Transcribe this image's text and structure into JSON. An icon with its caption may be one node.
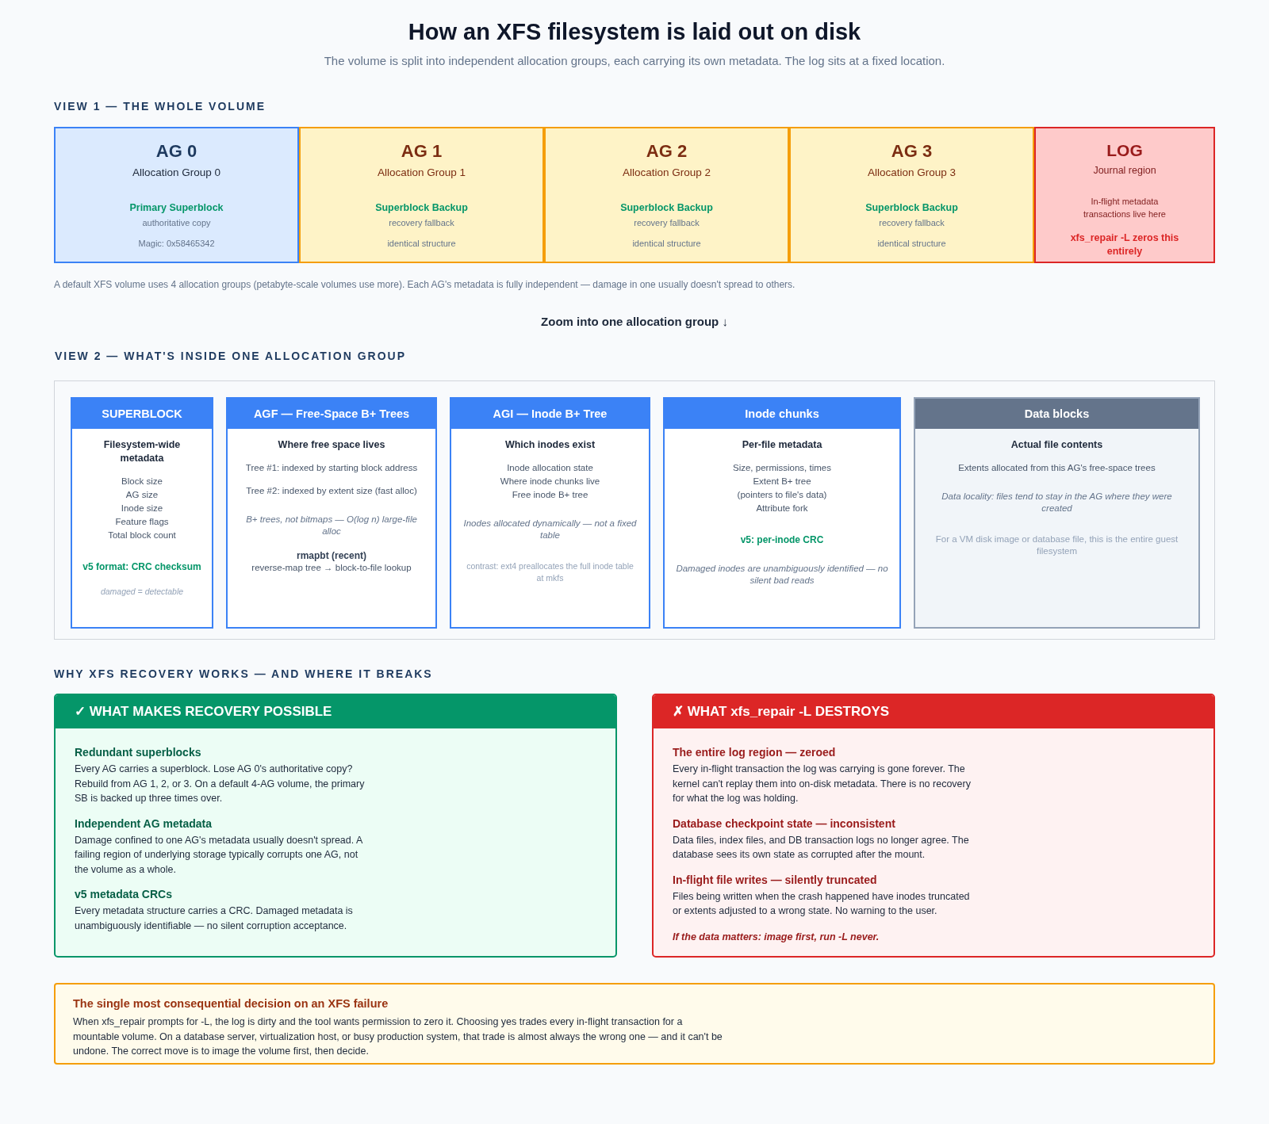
{
  "diagram": {
    "title": "How an XFS filesystem is laid out on disk",
    "nodes": [
      {
        "text": [
          "AG 0",
          "Allocation Group 0",
          "Primary Superblock",
          "authoritative copy",
          "Magic: 0x58465342"
        ]
      },
      {
        "text": [
          "AG 1",
          "Allocation Group 1",
          "Superblock Backup",
          "recovery fallback",
          "identical structure"
        ]
      },
      {
        "text": [
          "AG 2",
          "Allocation Group 2",
          "Superblock Backup",
          "recovery fallback",
          "identical structure"
        ]
      },
      {
        "text": [
          "AG 3",
          "Allocation Group 3",
          "Superblock Backup",
          "recovery fallback",
          "identical structure"
        ]
      },
      {
        "text": [
          "LOG",
          "Journal region",
          "In-flight metadata transactions live here",
          "xfs_repair -L zeros this entirely"
        ]
      },
      {
        "text": [
          "VIEW 2 — WHAT'S INSIDE ONE ALLOCATION GROUP"
        ]
      },
      {
        "text": [
          "SUPERBLOCK",
          "Filesystem-wide metadata",
          "Block size",
          "AG size",
          "Inode size",
          "Feature flags",
          "Total block count",
          "v5 format: CRC checksum",
          "damaged = detectable"
        ],
        "in": 5
      },
      {
        "text": [
          "AGF — Free-Space B+ Trees",
          "Where free space lives",
          "Tree #1: indexed by starting block address",
          "Tree #2: indexed by extent size (fast alloc)",
          "B+ trees, not bitmaps — O(log n) large-file alloc",
          "rmapbt (recent)",
          "reverse-map tree → block-to-file lookup"
        ],
        "in": 5
      },
      {
        "text": [
          "AGI — Inode B+ Tree",
          "Which inodes exist",
          "Inode allocation state",
          "Where inode chunks live",
          "Free inode B+ tree",
          "Inodes allocated dynamically — not a fixed table",
          "contrast: ext4 preallocates the full inode table at mkfs"
        ],
        "in": 5
      },
      {
        "text": [
          "Inode chunks",
          "Per-file metadata",
          "Size, permissions, times",
          "Extent B+ tree",
          "(pointers to file's data)",
          "Attribute fork",
          "v5: per-inode CRC",
          "Damaged inodes are unambiguously identified — no silent bad reads"
        ],
        "in": 5
      },
      {
        "text": [
          "Data blocks",
          "Actual file contents",
          "Extents allocated from this AG's free-space trees",
          "Data locality: files tend to stay in the AG where they were created",
          "For a VM disk image or database file, this is the entire guest filesystem"
        ],
        "in": 5
      },
      {
        "text": [
          "✓ WHAT MAKES RECOVERY POSSIBLE",
          "Redundant superblocks",
          "Every AG carries a superblock. Lose AG 0's authoritative copy? Rebuild from AG 1, 2, or 3. On a default 4-AG volume, the primary SB is backed up three times over.",
          "Independent AG metadata",
          "Damage confined to one AG's metadata usually doesn't spread. A failing region of underlying storage typically corrupts one AG, not the volume as a whole.",
          "v5 metadata CRCs",
          "Every metadata structure carries a CRC. Damaged metadata is unambiguously identifiable — no silent corruption acceptance."
        ]
      },
      {
        "text": [
          "✗ WHAT xfs_repair -L DESTROYS",
          "The entire log region — zeroed",
          "Every in-flight transaction the log was carrying is gone forever. The kernel can't replay them into on-disk metadata. There is no recovery for what the log was holding.",
          "Database checkpoint state — inconsistent",
          "Data files, index files, and DB transaction logs no longer agree. The database sees its own state as corrupted after the mount.",
          "In-flight file writes — silently truncated",
          "Files being written when the crash happened have inodes truncated or extents adjusted to a wrong state. No warning to the user.",
          "If the data matters: image first, run -L never."
        ]
      },
      {
        "text": [
          "The single most consequential decision on an XFS failure",
          "When xfs_repair prompts for -L, the log is dirty and the tool wants permission to zero it. Choosing yes trades every in-flight transaction for a mountable volume. On a database server, virtualization host, or busy production system, that trade is almost always the wrong one — and it can't be undone. The correct move is to image the volume first, then decide."
        ]
      }
    ],
    "labels": [
      "The volume is split into independent allocation groups, each carrying its own metadata. The log sits at a fixed location.",
      "VIEW 1 — THE WHOLE VOLUME",
      "A default XFS volume uses 4 allocation groups (petabyte-scale volumes use more). Each AG's metadata is fully independent — damage in one usually doesn't spread to others.",
      "Zoom into one allocation group ↓",
      "WHY XFS RECOVERY WORKS — AND WHERE IT BREAKS"
    ]
  }
}
